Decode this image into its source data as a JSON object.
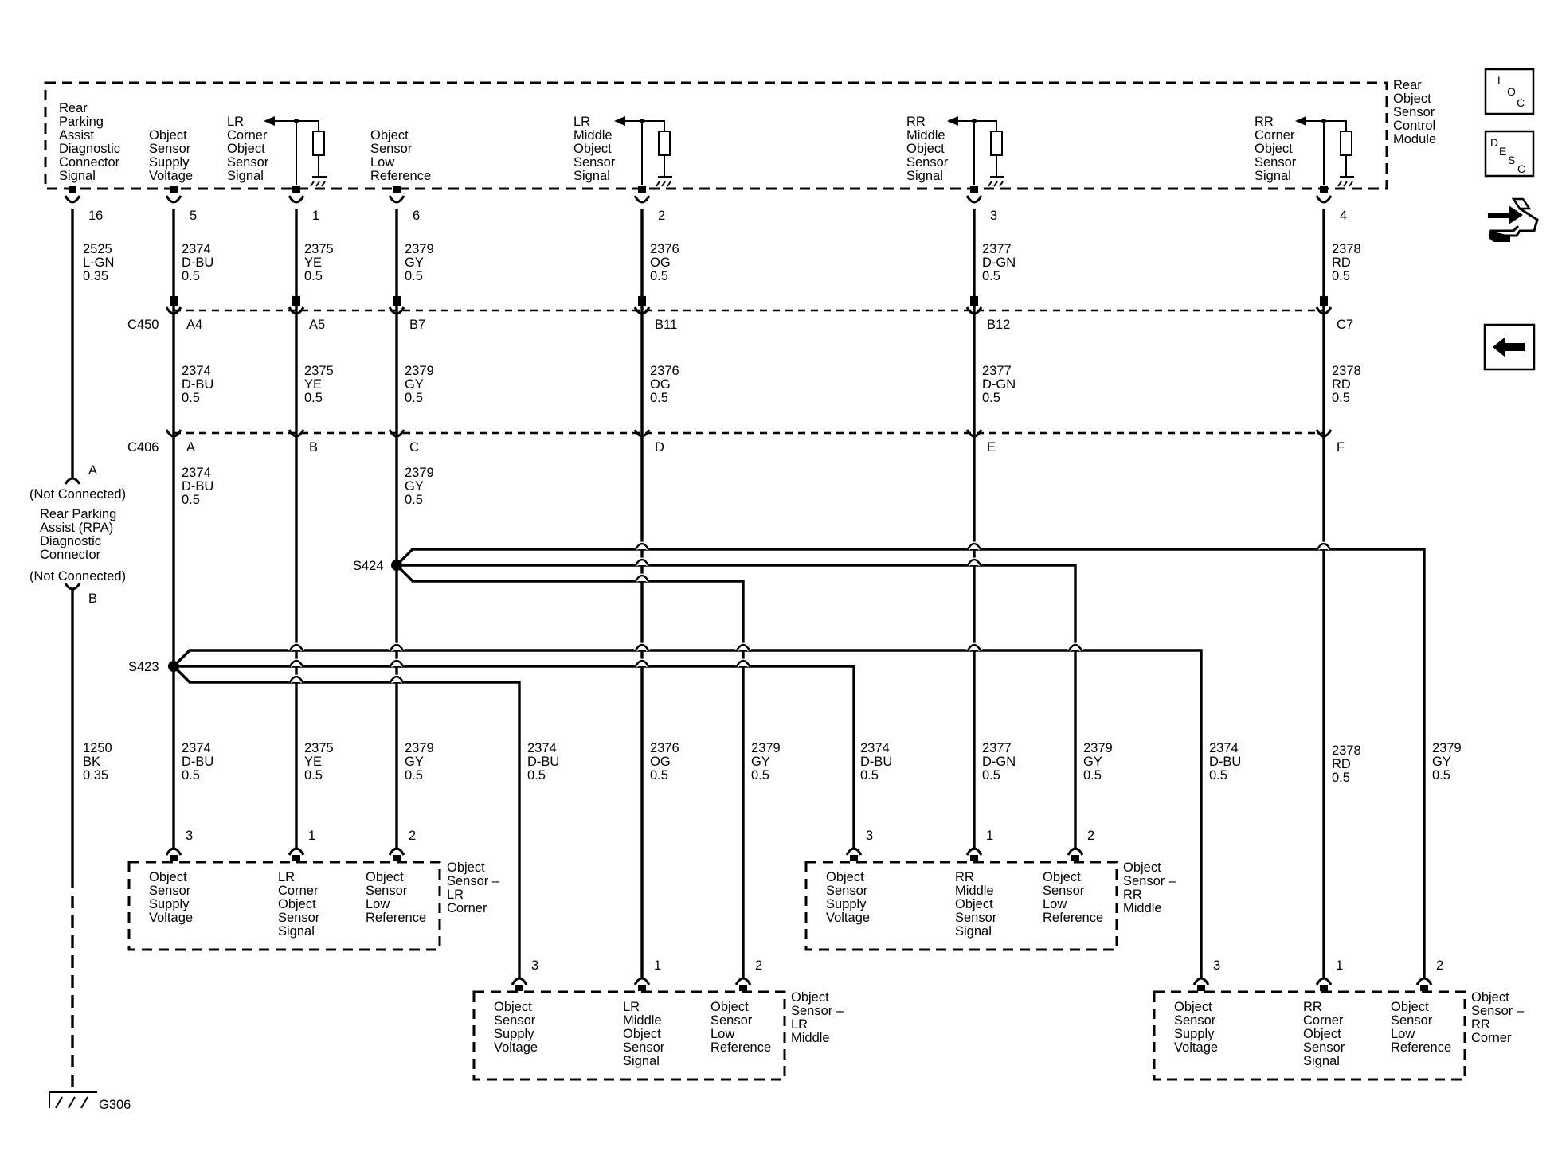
{
  "module": {
    "name": [
      "Rear",
      "Object",
      "Sensor",
      "Control",
      "Module"
    ],
    "pins": [
      {
        "id": "rpa",
        "label": [
          "Rear",
          "Parking",
          "Assist",
          "Diagnostic",
          "Connector",
          "Signal"
        ],
        "pin": "16"
      },
      {
        "id": "supply",
        "label": [
          "Object",
          "Sensor",
          "Supply",
          "Voltage"
        ],
        "pin": "5"
      },
      {
        "id": "lrc",
        "label": [
          "LR",
          "Corner",
          "Object",
          "Sensor",
          "Signal"
        ],
        "pin": "1"
      },
      {
        "id": "lowref",
        "label": [
          "Object",
          "Sensor",
          "Low",
          "Reference"
        ],
        "pin": "6"
      },
      {
        "id": "lrm",
        "label": [
          "LR",
          "Middle",
          "Object",
          "Sensor",
          "Signal"
        ],
        "pin": "2"
      },
      {
        "id": "rrm",
        "label": [
          "RR",
          "Middle",
          "Object",
          "Sensor",
          "Signal"
        ],
        "pin": "3"
      },
      {
        "id": "rrc",
        "label": [
          "RR",
          "Corner",
          "Object",
          "Sensor",
          "Signal"
        ],
        "pin": "4"
      }
    ]
  },
  "wires_top": [
    {
      "id": "rpa",
      "circuit": "2525",
      "color": "L-GN",
      "gauge": "0.35"
    },
    {
      "id": "supply",
      "circuit": "2374",
      "color": "D-BU",
      "gauge": "0.5"
    },
    {
      "id": "lrc",
      "circuit": "2375",
      "color": "YE",
      "gauge": "0.5"
    },
    {
      "id": "lowref",
      "circuit": "2379",
      "color": "GY",
      "gauge": "0.5"
    },
    {
      "id": "lrm",
      "circuit": "2376",
      "color": "OG",
      "gauge": "0.5"
    },
    {
      "id": "rrm",
      "circuit": "2377",
      "color": "D-GN",
      "gauge": "0.5"
    },
    {
      "id": "rrc",
      "circuit": "2378",
      "color": "RD",
      "gauge": "0.5"
    }
  ],
  "c450": {
    "name": "C450",
    "pins": {
      "supply": "A4",
      "lrc": "A5",
      "lowref": "B7",
      "lrm": "B11",
      "rrm": "B12",
      "rrc": "C7"
    },
    "wires": [
      {
        "id": "supply",
        "circuit": "2374",
        "color": "D-BU",
        "gauge": "0.5"
      },
      {
        "id": "lrc",
        "circuit": "2375",
        "color": "YE",
        "gauge": "0.5"
      },
      {
        "id": "lowref",
        "circuit": "2379",
        "color": "GY",
        "gauge": "0.5"
      },
      {
        "id": "lrm",
        "circuit": "2376",
        "color": "OG",
        "gauge": "0.5"
      },
      {
        "id": "rrm",
        "circuit": "2377",
        "color": "D-GN",
        "gauge": "0.5"
      },
      {
        "id": "rrc",
        "circuit": "2378",
        "color": "RD",
        "gauge": "0.5"
      }
    ]
  },
  "c406": {
    "name": "C406",
    "pins": {
      "supply": "A",
      "lrc": "B",
      "lowref": "C",
      "lrm": "D",
      "rrm": "E",
      "rrc": "F"
    },
    "wires": [
      {
        "id": "supply",
        "circuit": "2374",
        "color": "D-BU",
        "gauge": "0.5"
      },
      {
        "id": "lowref",
        "circuit": "2379",
        "color": "GY",
        "gauge": "0.5"
      }
    ]
  },
  "splices": {
    "s424": "S424",
    "s423": "S423"
  },
  "rpa_connector": {
    "pin_a": "A",
    "pin_b": "B",
    "not_connected": "(Not Connected)",
    "name": [
      "Rear Parking",
      "Assist (RPA)",
      "Diagnostic",
      "Connector"
    ],
    "ground_wire": {
      "circuit": "1250",
      "color": "BK",
      "gauge": "0.35"
    },
    "ground": "G306"
  },
  "bottom_wires": [
    {
      "id": "w1",
      "circuit": "2374",
      "color": "D-BU",
      "gauge": "0.5"
    },
    {
      "id": "w2",
      "circuit": "2375",
      "color": "YE",
      "gauge": "0.5"
    },
    {
      "id": "w3",
      "circuit": "2379",
      "color": "GY",
      "gauge": "0.5"
    },
    {
      "id": "w4",
      "circuit": "2374",
      "color": "D-BU",
      "gauge": "0.5"
    },
    {
      "id": "w5",
      "circuit": "2376",
      "color": "OG",
      "gauge": "0.5"
    },
    {
      "id": "w6",
      "circuit": "2379",
      "color": "GY",
      "gauge": "0.5"
    },
    {
      "id": "w7",
      "circuit": "2374",
      "color": "D-BU",
      "gauge": "0.5"
    },
    {
      "id": "w8",
      "circuit": "2377",
      "color": "D-GN",
      "gauge": "0.5"
    },
    {
      "id": "w9",
      "circuit": "2379",
      "color": "GY",
      "gauge": "0.5"
    },
    {
      "id": "w10",
      "circuit": "2374",
      "color": "D-BU",
      "gauge": "0.5"
    },
    {
      "id": "w11",
      "circuit": "2378",
      "color": "RD",
      "gauge": "0.5"
    },
    {
      "id": "w12",
      "circuit": "2379",
      "color": "GY",
      "gauge": "0.5"
    }
  ],
  "sensors": [
    {
      "id": "lr-corner",
      "name": [
        "Object",
        "Sensor –",
        "LR",
        "Corner"
      ],
      "pins": [
        {
          "pin": "3",
          "label": [
            "Object",
            "Sensor",
            "Supply",
            "Voltage"
          ]
        },
        {
          "pin": "1",
          "label": [
            "LR",
            "Corner",
            "Object",
            "Sensor",
            "Signal"
          ]
        },
        {
          "pin": "2",
          "label": [
            "Object",
            "Sensor",
            "Low",
            "Reference"
          ]
        }
      ]
    },
    {
      "id": "lr-middle",
      "name": [
        "Object",
        "Sensor –",
        "LR",
        "Middle"
      ],
      "pins": [
        {
          "pin": "3",
          "label": [
            "Object",
            "Sensor",
            "Supply",
            "Voltage"
          ]
        },
        {
          "pin": "1",
          "label": [
            "LR",
            "Middle",
            "Object",
            "Sensor",
            "Signal"
          ]
        },
        {
          "pin": "2",
          "label": [
            "Object",
            "Sensor",
            "Low",
            "Reference"
          ]
        }
      ]
    },
    {
      "id": "rr-middle",
      "name": [
        "Object",
        "Sensor –",
        "RR",
        "Middle"
      ],
      "pins": [
        {
          "pin": "3",
          "label": [
            "Object",
            "Sensor",
            "Supply",
            "Voltage"
          ]
        },
        {
          "pin": "1",
          "label": [
            "RR",
            "Middle",
            "Object",
            "Sensor",
            "Signal"
          ]
        },
        {
          "pin": "2",
          "label": [
            "Object",
            "Sensor",
            "Low",
            "Reference"
          ]
        }
      ]
    },
    {
      "id": "rr-corner",
      "name": [
        "Object",
        "Sensor –",
        "RR",
        "Corner"
      ],
      "pins": [
        {
          "pin": "3",
          "label": [
            "Object",
            "Sensor",
            "Supply",
            "Voltage"
          ]
        },
        {
          "pin": "1",
          "label": [
            "RR",
            "Corner",
            "Object",
            "Sensor",
            "Signal"
          ]
        },
        {
          "pin": "2",
          "label": [
            "Object",
            "Sensor",
            "Low",
            "Reference"
          ]
        }
      ]
    }
  ],
  "side_buttons": {
    "loc": [
      "L",
      "O",
      "C"
    ],
    "desc": [
      "D",
      "E",
      "S",
      "C"
    ],
    "tools_icon": "connector-tools-icon",
    "back_icon": "left-arrow-icon"
  }
}
